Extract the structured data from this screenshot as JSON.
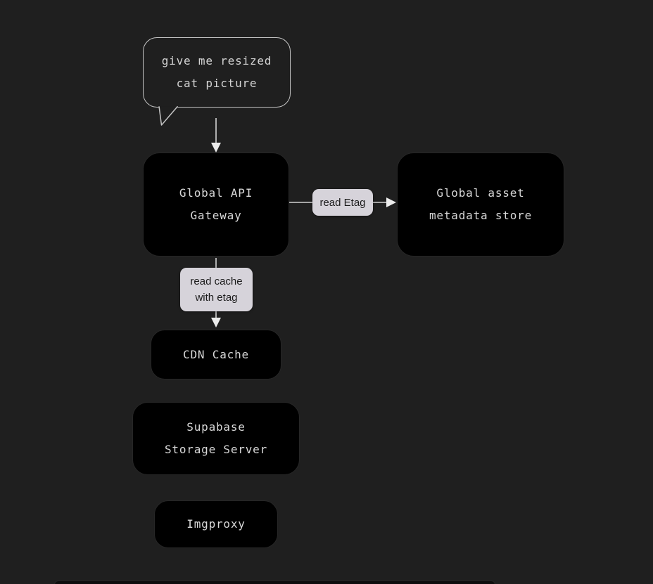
{
  "canvas": {
    "background_color": "#1f1f1f",
    "node_fill_color": "#000000",
    "node_text_color": "#d9d9d9",
    "edge_color": "#d2d2d2",
    "arrowhead_color": "#ececec",
    "edge_label_fill_color": "#d6d3da",
    "edge_label_text_color": "#1b1b1b",
    "bubble_border_color": "#c4c4c4"
  },
  "bubble": {
    "line1": "give me resized",
    "line2": "cat picture"
  },
  "nodes": {
    "gateway": {
      "line1": "Global API",
      "line2": "Gateway"
    },
    "metadata": {
      "line1": "Global asset",
      "line2": "metadata store"
    },
    "cdn": {
      "line1": "CDN Cache"
    },
    "supabase": {
      "line1": "Supabase",
      "line2": "Storage Server"
    },
    "imgproxy": {
      "line1": "Imgproxy"
    }
  },
  "edge_labels": {
    "read_etag": "read Etag",
    "read_cache_line1": "read cache",
    "read_cache_line2": "with etag"
  }
}
